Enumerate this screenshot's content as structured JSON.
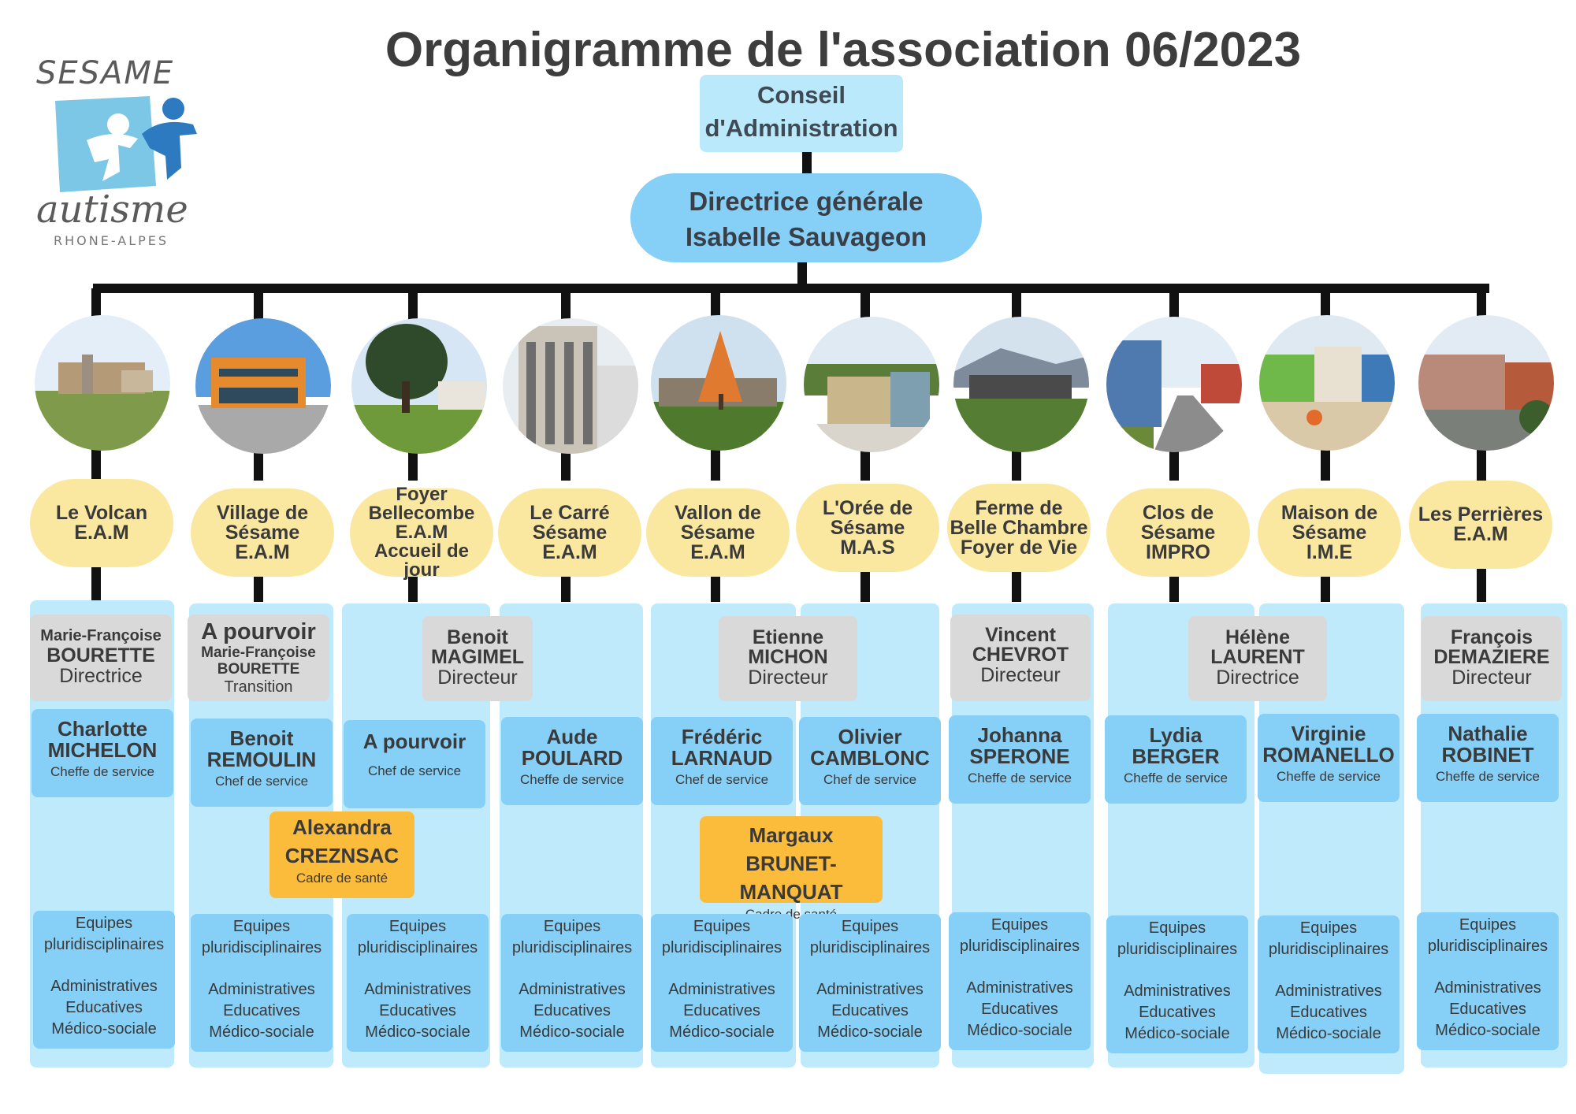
{
  "title": "Organigramme de l'association 06/2023",
  "logo": {
    "top": "SESAME",
    "bottom": "autisme",
    "sub": "RHONE-ALPES"
  },
  "board": {
    "line1": "Conseil",
    "line2": "d'Administration"
  },
  "general_director": {
    "line1": "Directrice générale",
    "line2": "Isabelle Sauvageon"
  },
  "colors": {
    "site": "#fbe8a0",
    "director": "#d9d9d9",
    "chef": "#86cff6",
    "panel": "#bfeafc",
    "cadre": "#fbbc3c",
    "board": "#b9e9fb"
  },
  "sites": [
    {
      "lines": [
        "Le Volcan",
        "E.A.M"
      ],
      "photo": "building-photo"
    },
    {
      "lines": [
        "Village de",
        "Sésame",
        "E.A.M"
      ],
      "photo": "building-photo"
    },
    {
      "lines": [
        "Foyer",
        "Bellecombe",
        "E.A.M",
        "Accueil de",
        "jour"
      ],
      "photo": "building-photo"
    },
    {
      "lines": [
        "Le Carré",
        "Sésame",
        "E.A.M"
      ],
      "photo": "building-photo"
    },
    {
      "lines": [
        "Vallon de",
        "Sésame",
        "E.A.M"
      ],
      "photo": "building-photo"
    },
    {
      "lines": [
        "L'Orée de",
        "Sésame",
        "M.A.S"
      ],
      "photo": "building-photo"
    },
    {
      "lines": [
        "Ferme de",
        "Belle Chambre",
        "Foyer de Vie"
      ],
      "photo": "building-photo"
    },
    {
      "lines": [
        "Clos de",
        "Sésame",
        "IMPRO"
      ],
      "photo": "building-photo"
    },
    {
      "lines": [
        "Maison de",
        "Sésame",
        "I.M.E"
      ],
      "photo": "building-photo"
    },
    {
      "lines": [
        "Les Perrières",
        "E.A.M"
      ],
      "photo": "building-photo"
    }
  ],
  "directors": [
    {
      "lines": [
        "Marie-Françoise",
        "BOURETTE"
      ],
      "role": "Directrice"
    },
    {
      "lines": [
        "A pourvoir",
        "Marie-Françoise",
        "BOURETTE"
      ],
      "role": "Transition"
    },
    {
      "lines": [
        "Benoit",
        "MAGIMEL"
      ],
      "role": "Directeur"
    },
    {
      "lines": [
        "Etienne",
        "MICHON"
      ],
      "role": "Directeur"
    },
    {
      "lines": [
        "Vincent",
        "CHEVROT"
      ],
      "role": "Directeur"
    },
    {
      "lines": [
        "Hélène",
        "LAURENT"
      ],
      "role": "Directrice"
    },
    {
      "lines": [
        "François",
        "DEMAZIERE"
      ],
      "role": "Directeur"
    }
  ],
  "chefs": [
    {
      "lines": [
        "Charlotte",
        "MICHELON"
      ],
      "role": "Cheffe de service"
    },
    {
      "lines": [
        "Benoit",
        "REMOULIN"
      ],
      "role": "Chef de service"
    },
    {
      "lines": [
        "A pourvoir"
      ],
      "role": "Chef de service"
    },
    {
      "lines": [
        "Aude",
        "POULARD"
      ],
      "role": "Cheffe de service"
    },
    {
      "lines": [
        "Frédéric",
        "LARNAUD"
      ],
      "role": "Chef de service"
    },
    {
      "lines": [
        "Olivier",
        "CAMBLONC"
      ],
      "role": "Chef de service"
    },
    {
      "lines": [
        "Johanna",
        "SPERONE"
      ],
      "role": "Cheffe de service"
    },
    {
      "lines": [
        "Lydia",
        "BERGER"
      ],
      "role": "Cheffe de service"
    },
    {
      "lines": [
        "Virginie",
        "ROMANELLO"
      ],
      "role": "Cheffe de service"
    },
    {
      "lines": [
        "Nathalie",
        "ROBINET"
      ],
      "role": "Cheffe de service"
    }
  ],
  "cadres": [
    {
      "lines": [
        "Alexandra",
        "CREZNSAC"
      ],
      "role": "Cadre de santé"
    },
    {
      "lines": [
        "Margaux",
        "BRUNET-MANQUAT"
      ],
      "role": "Cadre de santé"
    }
  ],
  "teams": {
    "line1": "Equipes",
    "line2": "pluridisciplinaires",
    "line3": "Administratives",
    "line4": "Educatives",
    "line5": "Médico-sociale"
  }
}
